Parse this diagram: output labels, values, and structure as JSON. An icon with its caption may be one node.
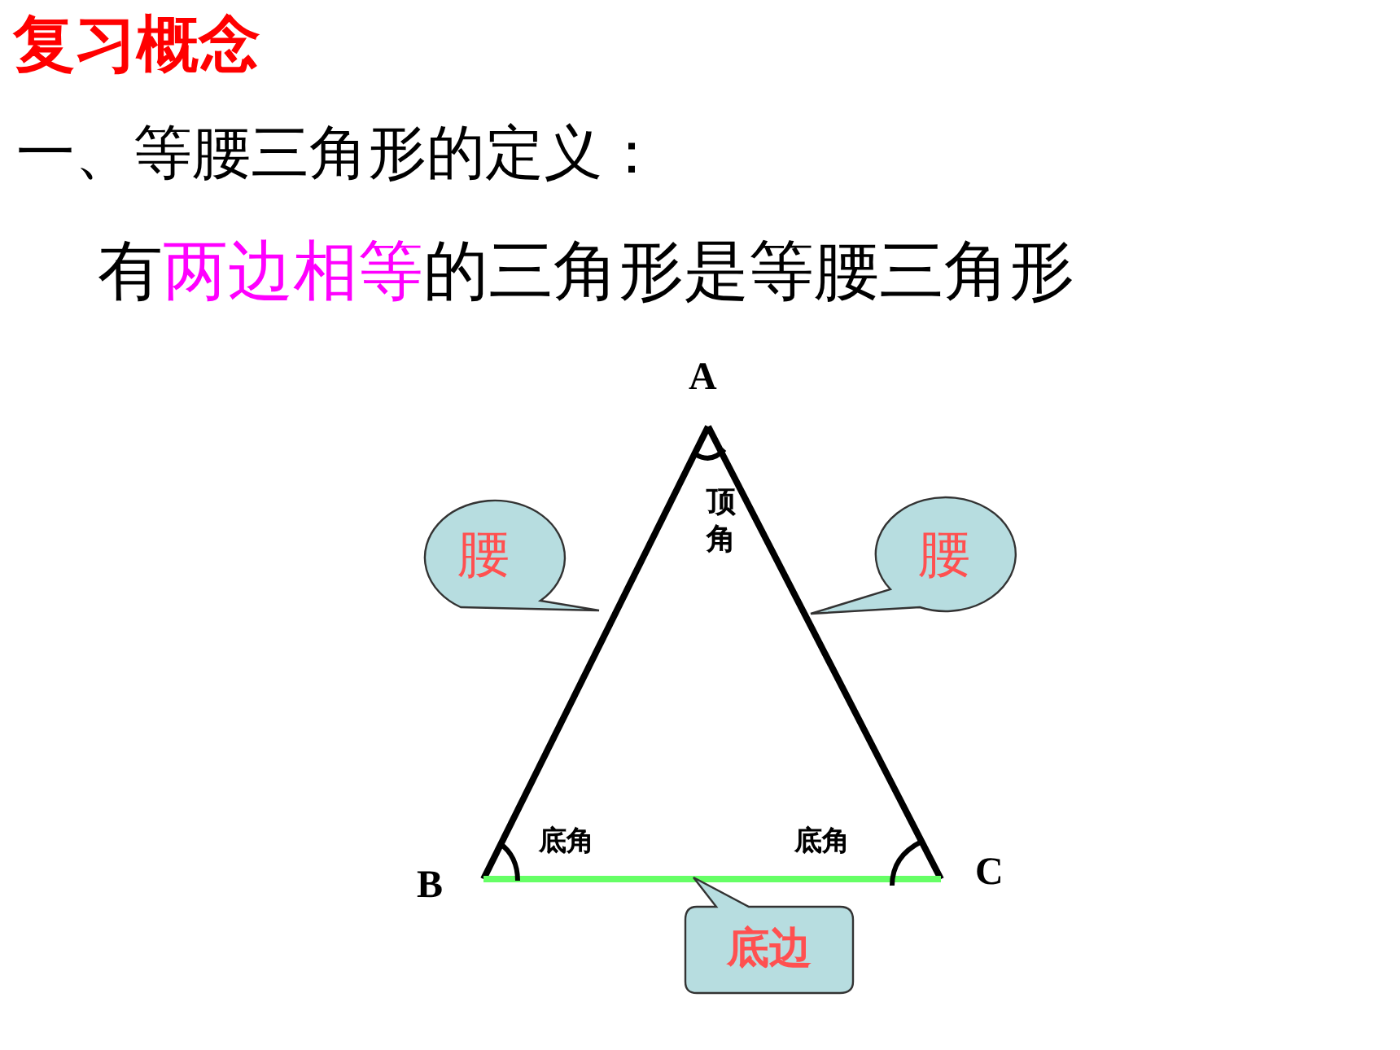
{
  "diagram": {
    "title": "复习概念",
    "nodes": [
      {
        "text": [
          "腰"
        ]
      },
      {
        "text": [
          "腰"
        ]
      },
      {
        "text": [
          "底边"
        ]
      }
    ],
    "labels": [
      "一、等腰三角形的定义：",
      "有**两边相等**的三角形是等腰三角形",
      "A",
      "顶角",
      "B",
      "底角",
      "底角",
      "C"
    ]
  }
}
